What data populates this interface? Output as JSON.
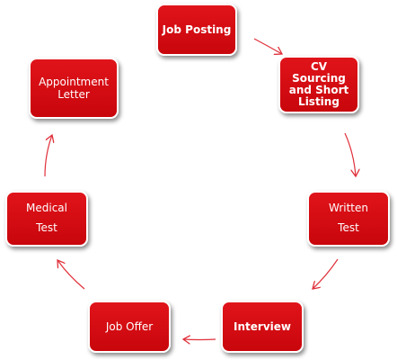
{
  "diagram": {
    "type": "cycle",
    "accent_color": "#d40a10",
    "arrow_color": "#e0303a",
    "steps": [
      {
        "id": "job-posting",
        "label": "Job Posting"
      },
      {
        "id": "cv",
        "label": "CV Sourcing\nand Short\nListing"
      },
      {
        "id": "written",
        "label": "Written\nTest"
      },
      {
        "id": "interview",
        "label": "Interview"
      },
      {
        "id": "job-offer",
        "label": "Job Offer"
      },
      {
        "id": "medical",
        "label": "Medical\nTest"
      },
      {
        "id": "appointment",
        "label": "Appointment\nLetter"
      }
    ],
    "connections": [
      {
        "from": "job-posting",
        "to": "cv"
      },
      {
        "from": "cv",
        "to": "written"
      },
      {
        "from": "written",
        "to": "interview"
      },
      {
        "from": "interview",
        "to": "job-offer"
      },
      {
        "from": "job-offer",
        "to": "medical"
      },
      {
        "from": "medical",
        "to": "appointment"
      }
    ]
  }
}
